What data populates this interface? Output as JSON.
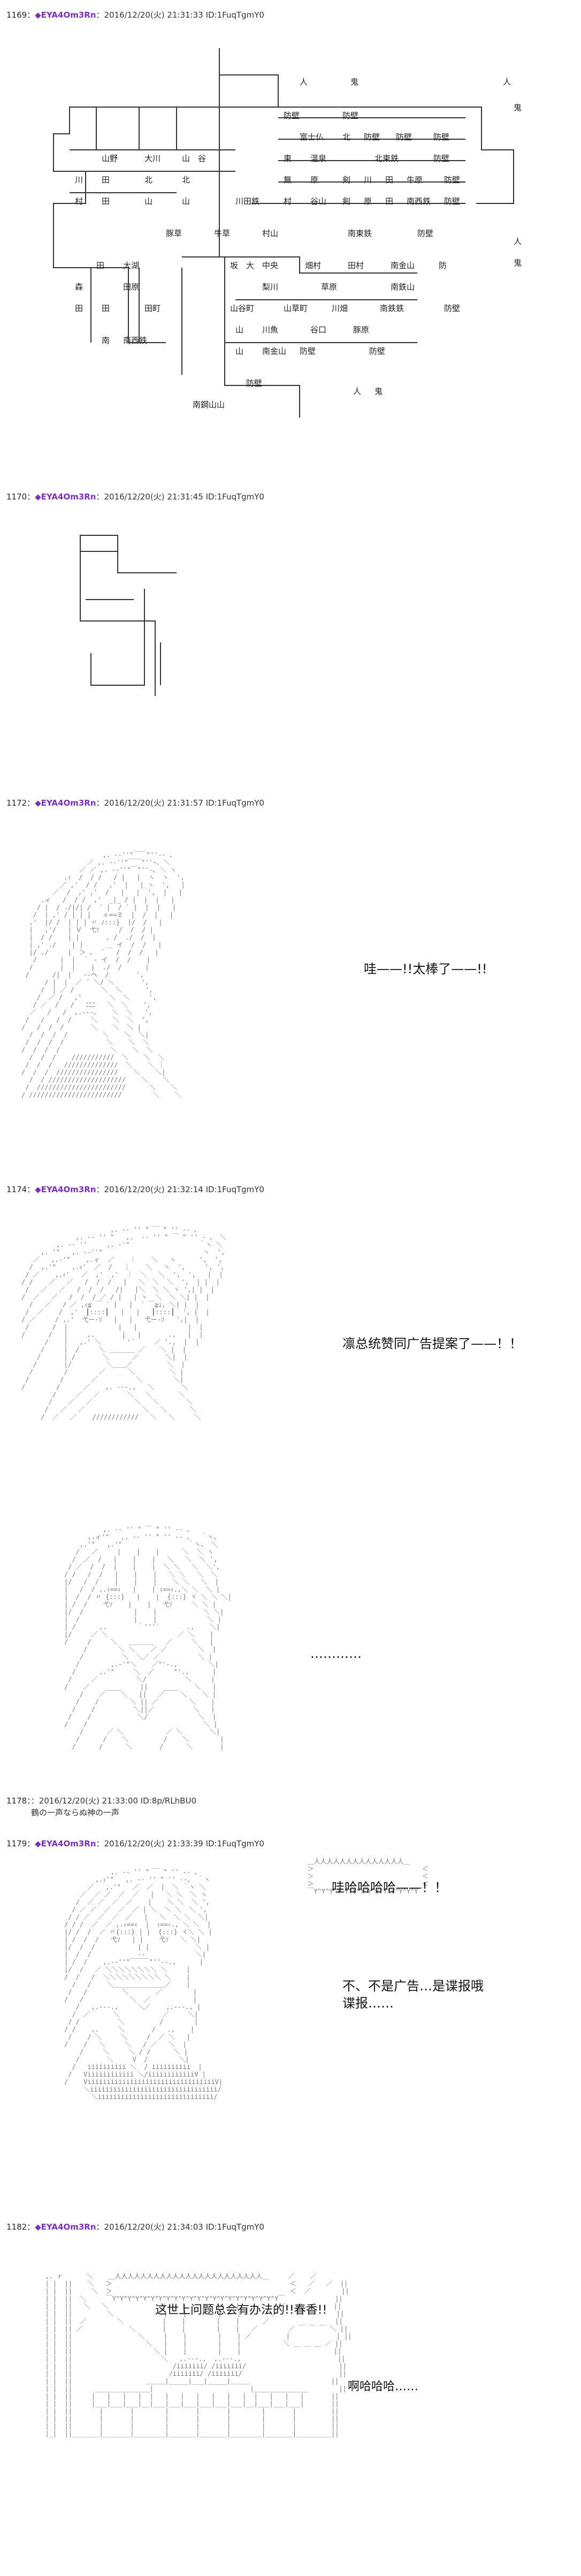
{
  "posts": [
    {
      "num": "1169：",
      "name": "◆EYA4Om3Rn",
      "meta": "：2016/12/20(火) 21:31:33 ID:1FuqTgmY0"
    },
    {
      "num": "1170：",
      "name": "◆EYA4Om3Rn",
      "meta": "：2016/12/20(火) 21:31:45 ID:1FuqTgmY0"
    },
    {
      "num": "1172：",
      "name": "◆EYA4Om3Rn",
      "meta": "：2016/12/20(火) 21:31:57 ID:1FuqTgmY0"
    },
    {
      "num": "1174：",
      "name": "◆EYA4Om3Rn",
      "meta": "：2016/12/20(火) 21:32:14 ID:1FuqTgmY0"
    },
    {
      "num": "1178：",
      "name": "",
      "meta": "：2016/12/20(火) 21:33:00 ID:8p/RLhBU0",
      "body": "鶴の一声ならぬ神の一声"
    },
    {
      "num": "1179：",
      "name": "◆EYA4Om3Rn",
      "meta": "：2016/12/20(火) 21:33:39 ID:1FuqTgmY0"
    },
    {
      "num": "1182：",
      "name": "◆EYA4Om3Rn",
      "meta": "：2016/12/20(火) 21:34:03 ID:1FuqTgmY0"
    }
  ],
  "map": {
    "labels": {
      "hito1": "人",
      "oni1": "鬼",
      "hito2": "人",
      "oni2": "鬼",
      "hito3": "人",
      "oni3": "鬼",
      "hito4": "人",
      "oni4": "鬼"
    },
    "cells": [
      "防壁",
      "防壁",
      "富士仏",
      "北",
      "防壁",
      "防壁",
      "防壁",
      "山野",
      "大川",
      "山",
      "谷",
      "東",
      "温泉",
      "北東鉄",
      "防壁",
      "川",
      "田",
      "北",
      "北",
      "無",
      "原",
      "剣",
      "川",
      "田",
      "牛原",
      "防壁",
      "村",
      "田",
      "山",
      "山",
      "川田鉄",
      "村",
      "谷山",
      "剣",
      "原",
      "田",
      "南西鉄",
      "防壁",
      "豚草",
      "牛草",
      "村山",
      "南東鉄",
      "防壁",
      "田",
      "大湖",
      "坂",
      "大",
      "中央",
      "畑村",
      "田村",
      "南金山",
      "防",
      "森",
      "田原",
      "梨川",
      "草原",
      "南鉄山",
      "田",
      "田",
      "田町",
      "山谷町",
      "山草町",
      "川畑",
      "南鉄鉄",
      "防壁",
      "南",
      "南西鉄",
      "山",
      "川魚",
      "谷口",
      "豚原",
      "山",
      "南金山",
      "防壁",
      "防壁",
      "南鋼山山",
      "防壁"
    ]
  },
  "captions": {
    "wow": "哇——!!太棒了——!!",
    "approve": "凛总统赞同广告提案了——！！",
    "ellipsis": "…………",
    "laugh": "哇哈哈哈哈——！！",
    "not_ad_1": "不、不是广告…是谍报哦",
    "not_ad_2": "谍报……",
    "everything": "这世上问题总会有办法的!!春香!!",
    "aha": "啊哈哈哈……"
  }
}
